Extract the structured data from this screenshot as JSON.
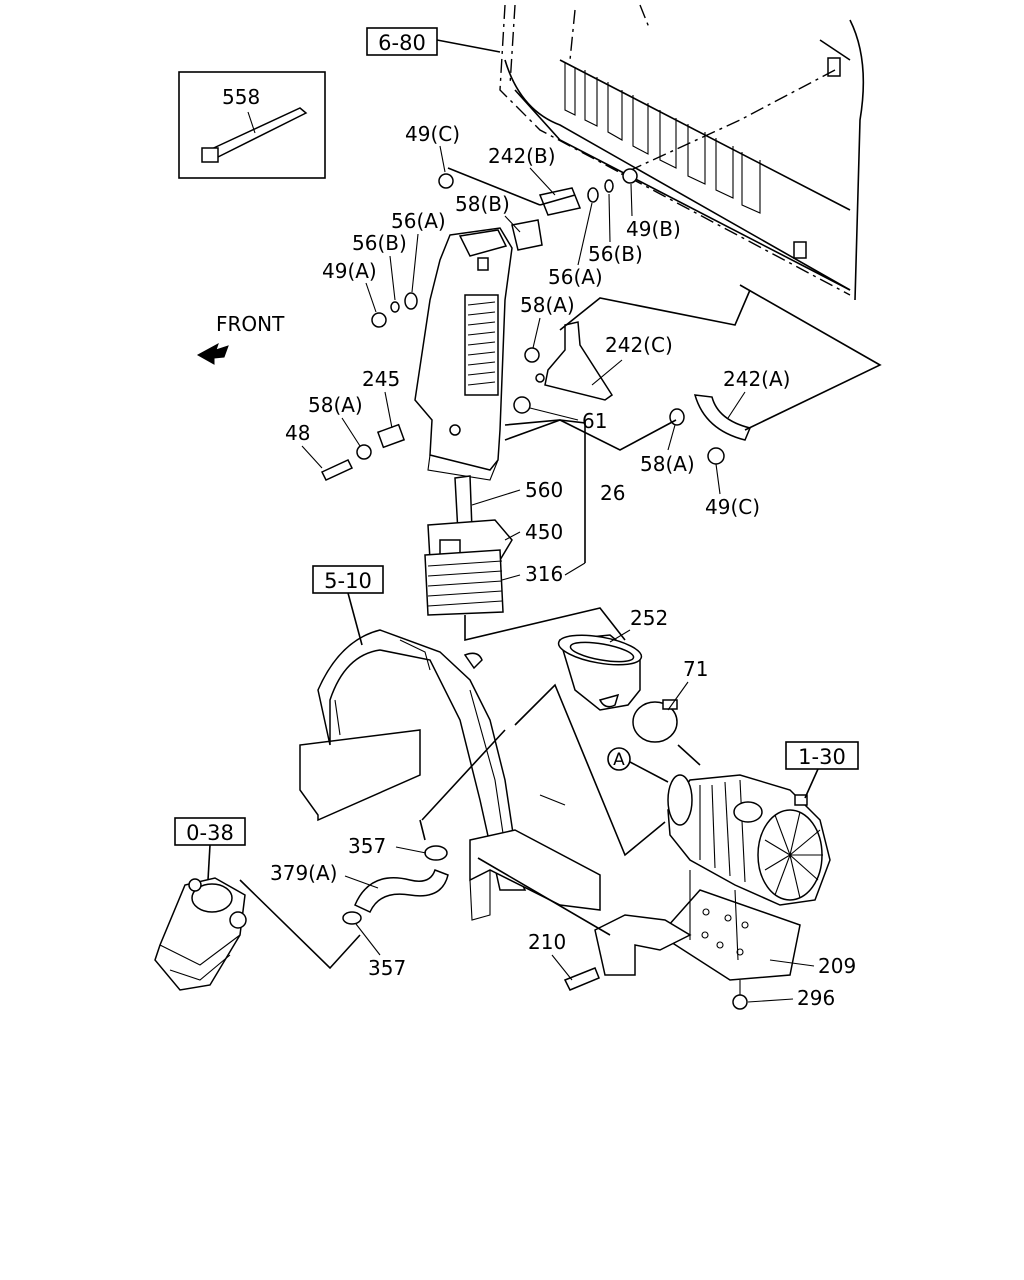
{
  "front_label": "FRONT",
  "callout_symbol": "A",
  "refs": {
    "r680": "6-80",
    "r510": "5-10",
    "r130": "1-30",
    "r038": "0-38"
  },
  "parts": {
    "p558": "558",
    "p49c_top": "49(C)",
    "p242b": "242(B)",
    "p58b": "58(B)",
    "p56a_left": "56(A)",
    "p56b_left": "56(B)",
    "p49a": "49(A)",
    "p56a_right": "56(A)",
    "p56b_right": "56(B)",
    "p49b": "49(B)",
    "p58a_mid": "58(A)",
    "p242c": "242(C)",
    "p61": "61",
    "p242a": "242(A)",
    "p245": "245",
    "p58a_left": "58(A)",
    "p48": "48",
    "p58a_right": "58(A)",
    "p49c_right": "49(C)",
    "p560": "560",
    "p26": "26",
    "p450": "450",
    "p316": "316",
    "p252": "252",
    "p71": "71",
    "p357_top": "357",
    "p379a": "379(A)",
    "p357_bottom": "357",
    "p210": "210",
    "p209": "209",
    "p296": "296"
  }
}
